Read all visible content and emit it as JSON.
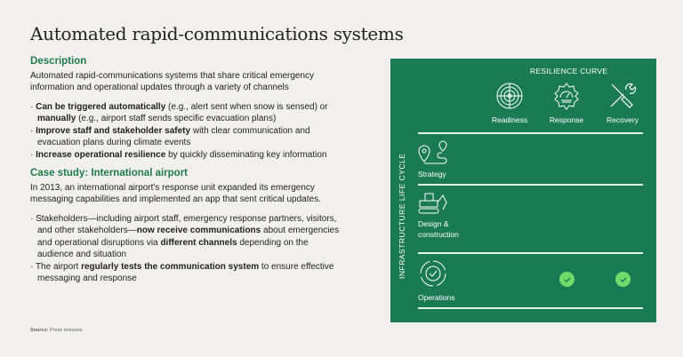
{
  "title": "Automated rapid-communications systems",
  "description": {
    "heading": "Description",
    "text": "Automated rapid-communications systems that share critical emergency information and operational updates through a variety of channels",
    "bullets": [
      {
        "bold": "Can be triggered automatically",
        "rest1": " (e.g., alert sent when snow is sensed) or ",
        "bold2": "manually",
        "rest2": " (e.g., airport staff sends specific evacuation plans)"
      },
      {
        "bold": "Improve staff and stakeholder safety",
        "rest1": " with clear communication and evacuation plans during climate events"
      },
      {
        "bold": "Increase operational resilience",
        "rest1": " by quickly disseminating key information"
      }
    ]
  },
  "case": {
    "heading": "Case study: International airport",
    "text": "In 2013, an international airport's response unit expanded its emergency messaging capabilities and implemented an app that sent critical updates.",
    "bullets": [
      {
        "pre": "Stakeholders—including airport staff, emergency response partners, visitors, and other stakeholders—",
        "bold": "now receive communications",
        "mid": " about emergencies and operational disruptions via ",
        "bold2": "different channels",
        "post": " depending on the audience and situation"
      },
      {
        "pre": "The airport ",
        "bold": "regularly tests the communication system",
        "post": " to ensure effective messaging and response"
      }
    ]
  },
  "source": {
    "label": "Source:",
    "text": " Press releases."
  },
  "panel": {
    "header": "RESILIENCE CURVE",
    "axis": "INFRASTRUCTURE LIFE CYCLE",
    "columns": [
      "Readiness",
      "Response",
      "Recovery"
    ],
    "rows": [
      {
        "label": "Strategy",
        "checks": [
          false,
          false,
          false
        ]
      },
      {
        "label": "Design & construction",
        "checks": [
          false,
          false,
          false
        ]
      },
      {
        "label": "Operations",
        "checks": [
          false,
          true,
          true
        ]
      }
    ],
    "colors": {
      "bg": "#1a7a54",
      "check": "#6fdc6a"
    }
  }
}
